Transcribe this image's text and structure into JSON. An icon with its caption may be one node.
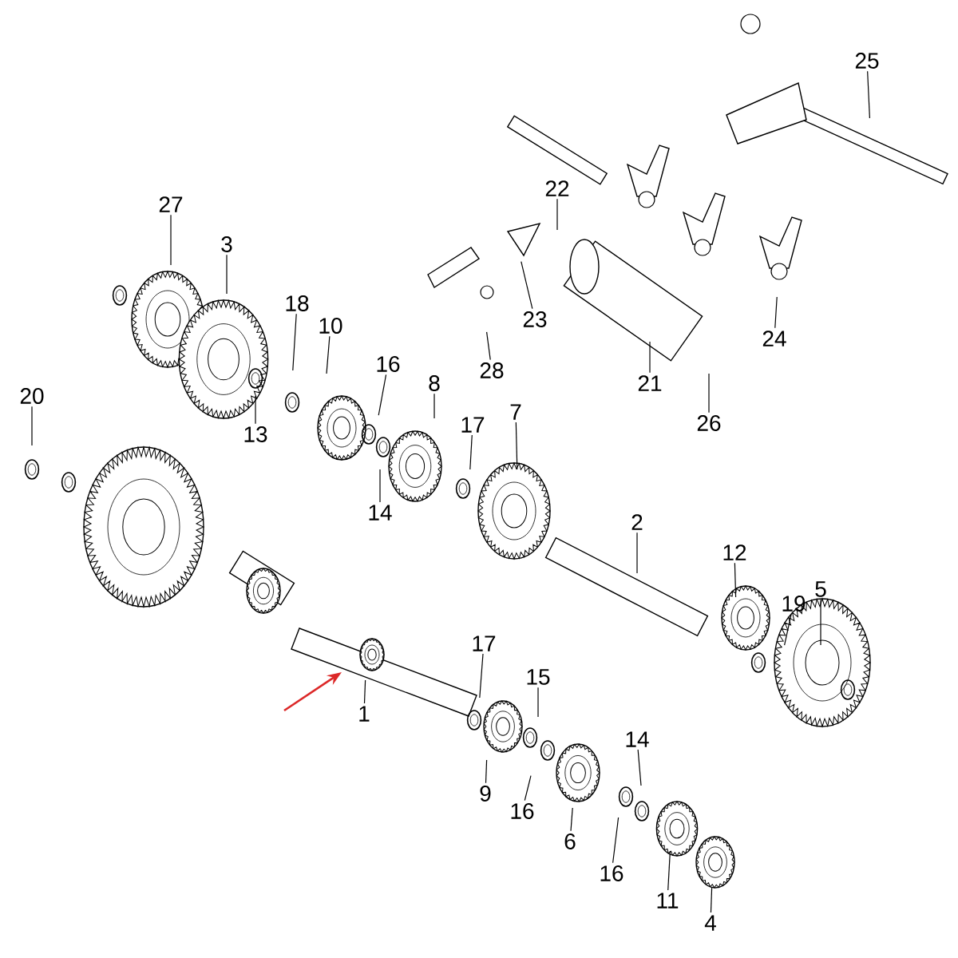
{
  "diagram": {
    "nodes": [
      {
        "text": [
          "25"
        ]
      },
      {
        "text": [
          "22"
        ]
      },
      {
        "text": [
          "27"
        ]
      },
      {
        "text": [
          "3"
        ]
      },
      {
        "text": [
          "23"
        ]
      },
      {
        "text": [
          "18"
        ]
      },
      {
        "text": [
          "10"
        ]
      },
      {
        "text": [
          "24"
        ]
      },
      {
        "text": [
          "16"
        ]
      },
      {
        "text": [
          "28"
        ]
      },
      {
        "text": [
          "8"
        ]
      },
      {
        "text": [
          "21"
        ]
      },
      {
        "text": [
          "20"
        ]
      },
      {
        "text": [
          "7"
        ]
      },
      {
        "text": [
          "17"
        ]
      },
      {
        "text": [
          "13"
        ]
      },
      {
        "text": [
          "26"
        ]
      },
      {
        "text": [
          "14"
        ]
      },
      {
        "text": [
          "2"
        ]
      },
      {
        "text": [
          "12"
        ]
      },
      {
        "text": [
          "5"
        ]
      },
      {
        "text": [
          "19"
        ]
      },
      {
        "text": [
          "17"
        ]
      },
      {
        "text": [
          "15"
        ]
      },
      {
        "text": [
          "1"
        ]
      },
      {
        "text": [
          "14"
        ]
      },
      {
        "text": [
          "9"
        ]
      },
      {
        "text": [
          "16"
        ]
      },
      {
        "text": [
          "6"
        ]
      },
      {
        "text": [
          "16"
        ]
      },
      {
        "text": [
          "11"
        ]
      },
      {
        "text": [
          "4"
        ]
      }
    ],
    "edges": [
      {
        "from": 0,
        "to": null,
        "arrow": "none"
      },
      {
        "from": 1,
        "to": null,
        "arrow": "none"
      },
      {
        "from": 2,
        "to": null,
        "arrow": "none"
      },
      {
        "from": 3,
        "to": null,
        "arrow": "none"
      },
      {
        "from": 4,
        "to": null,
        "arrow": "none"
      },
      {
        "from": 5,
        "to": null,
        "arrow": "none"
      },
      {
        "from": 6,
        "to": null,
        "arrow": "none"
      },
      {
        "from": 7,
        "to": null,
        "arrow": "none"
      },
      {
        "from": 8,
        "to": null,
        "arrow": "none"
      },
      {
        "from": 9,
        "to": null,
        "arrow": "none"
      },
      {
        "from": 10,
        "to": null,
        "arrow": "none"
      },
      {
        "from": 11,
        "to": null,
        "arrow": "none"
      },
      {
        "from": 12,
        "to": null,
        "arrow": "none"
      },
      {
        "from": 13,
        "to": null,
        "arrow": "none"
      },
      {
        "from": 14,
        "to": null,
        "arrow": "none"
      },
      {
        "from": 15,
        "to": null,
        "arrow": "none"
      },
      {
        "from": 16,
        "to": null,
        "arrow": "none"
      },
      {
        "from": 17,
        "to": null,
        "arrow": "none"
      },
      {
        "from": 18,
        "to": null,
        "arrow": "none"
      },
      {
        "from": 19,
        "to": null,
        "arrow": "none"
      },
      {
        "from": 20,
        "to": null,
        "arrow": "none"
      },
      {
        "from": 21,
        "to": null,
        "arrow": "none"
      },
      {
        "from": 22,
        "to": null,
        "arrow": "none"
      },
      {
        "from": 23,
        "to": null,
        "arrow": "none"
      },
      {
        "from": 24,
        "to": null,
        "arrow": "none"
      },
      {
        "from": 25,
        "to": null,
        "arrow": "none"
      },
      {
        "from": 26,
        "to": null,
        "arrow": "none"
      },
      {
        "from": 27,
        "to": null,
        "arrow": "none"
      },
      {
        "from": 28,
        "to": null,
        "arrow": "none"
      },
      {
        "from": 29,
        "to": null,
        "arrow": "none"
      },
      {
        "from": 30,
        "to": null,
        "arrow": "none"
      },
      {
        "from": 31,
        "to": null,
        "arrow": "none"
      }
    ]
  }
}
